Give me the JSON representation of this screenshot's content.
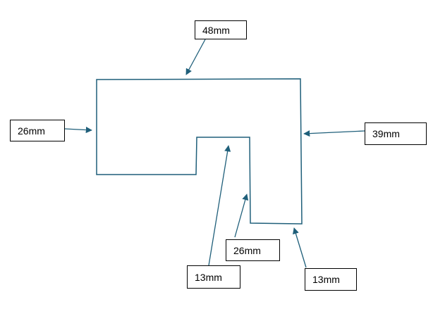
{
  "colors": {
    "shape_stroke": "#1f5f7a",
    "arrow": "#1f5f7a",
    "label_border": "#000000",
    "label_text": "#000000"
  },
  "labels": {
    "top": "48mm",
    "left": "26mm",
    "right": "39mm",
    "inner_vertical": "26mm",
    "notch_bottom": "13mm",
    "bottom_right": "13mm"
  }
}
